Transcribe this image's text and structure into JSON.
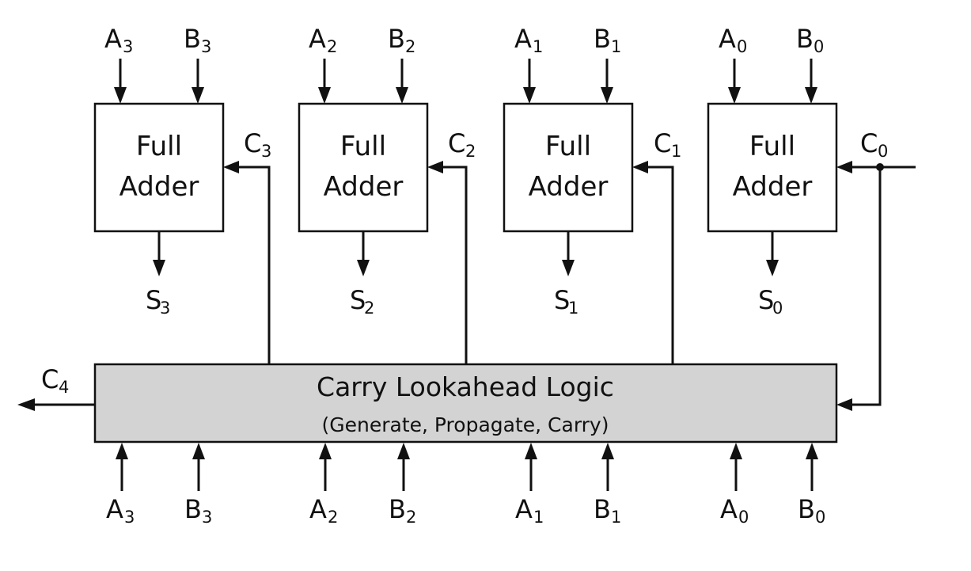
{
  "colors": {
    "line": "#111111",
    "box_fill": "#ffffff",
    "cla_fill": "#d3d3d3"
  },
  "full_adders": [
    {
      "line1": "Full",
      "line2": "Adder",
      "a_main": "A",
      "a_sub": "3",
      "b_main": "B",
      "b_sub": "3",
      "c_main": "C",
      "c_sub": "3",
      "s_main": "S",
      "s_sub": "3"
    },
    {
      "line1": "Full",
      "line2": "Adder",
      "a_main": "A",
      "a_sub": "2",
      "b_main": "B",
      "b_sub": "2",
      "c_main": "C",
      "c_sub": "2",
      "s_main": "S",
      "s_sub": "2"
    },
    {
      "line1": "Full",
      "line2": "Adder",
      "a_main": "A",
      "a_sub": "1",
      "b_main": "B",
      "b_sub": "1",
      "c_main": "C",
      "c_sub": "1",
      "s_main": "S",
      "s_sub": "1"
    },
    {
      "line1": "Full",
      "line2": "Adder",
      "a_main": "A",
      "a_sub": "0",
      "b_main": "B",
      "b_sub": "0",
      "c_main": "C",
      "c_sub": "0",
      "s_main": "S",
      "s_sub": "0"
    }
  ],
  "cla": {
    "title": "Carry Lookahead Logic",
    "subtitle": "(Generate, Propagate, Carry)",
    "carry_out_main": "C",
    "carry_out_sub": "4"
  },
  "cla_inputs": [
    {
      "main": "A",
      "sub": "3"
    },
    {
      "main": "B",
      "sub": "3"
    },
    {
      "main": "A",
      "sub": "2"
    },
    {
      "main": "B",
      "sub": "2"
    },
    {
      "main": "A",
      "sub": "1"
    },
    {
      "main": "B",
      "sub": "1"
    },
    {
      "main": "A",
      "sub": "0"
    },
    {
      "main": "B",
      "sub": "0"
    }
  ]
}
